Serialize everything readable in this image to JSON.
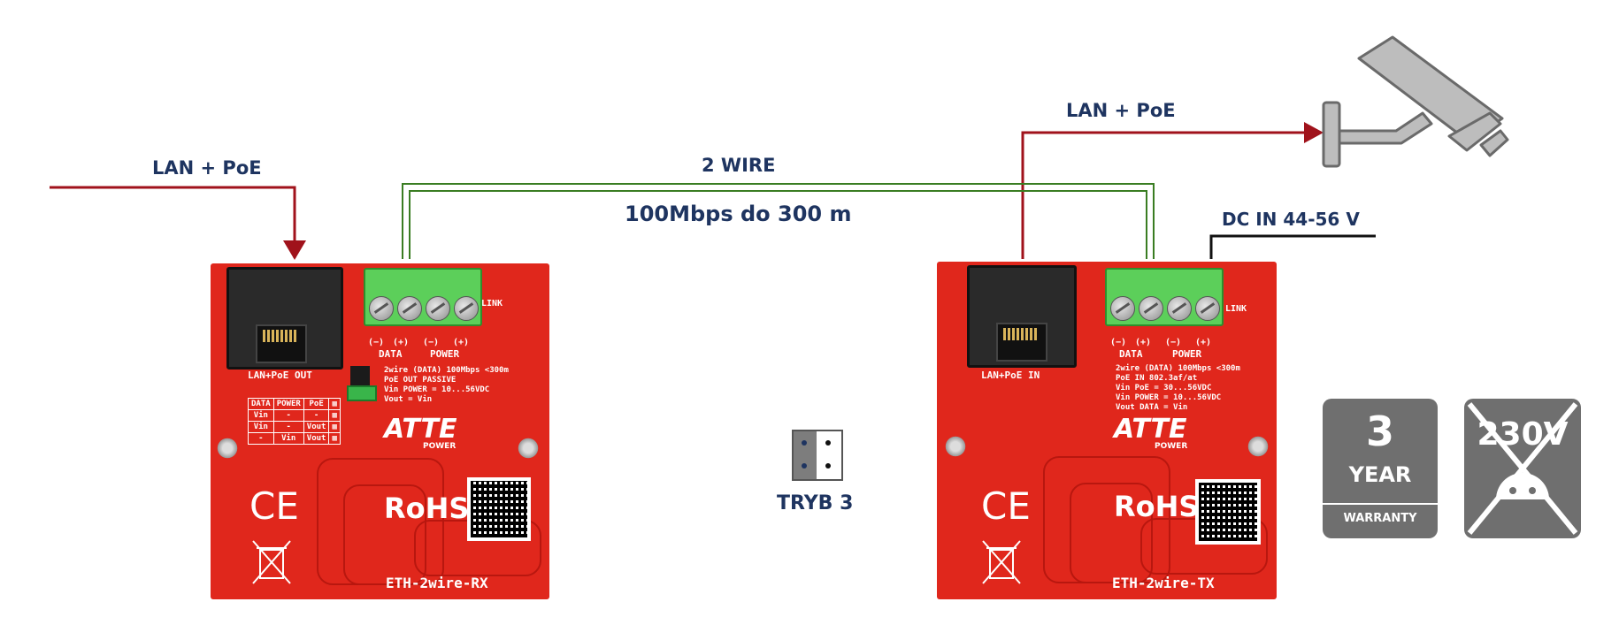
{
  "labels": {
    "lan_left": "LAN + PoE",
    "lan_right": "LAN + PoE",
    "two_wire": "2 WIRE",
    "speed": "100Mbps do 300 m",
    "dc_in": "DC IN 44-56 V",
    "mode": "TRYB 3"
  },
  "rx_board": {
    "port_label": "LAN+PoE OUT",
    "data_label": "DATA",
    "power_label": "POWER",
    "polarity": [
      "(−)",
      "(+)",
      "(−)",
      "(+)"
    ],
    "link": "LINK",
    "specs": [
      "2wire (DATA) 100Mbps <300m",
      "PoE OUT PASSIVE",
      "Vin POWER = 10...56VDC",
      "Vout = Vin"
    ],
    "table_header": [
      "DATA",
      "POWER",
      "PoE"
    ],
    "table_rows": [
      [
        "Vin",
        "-",
        "-"
      ],
      [
        "Vin",
        "-",
        "Vout"
      ],
      [
        "-",
        "Vin",
        "Vout"
      ]
    ],
    "brand": "ATTE",
    "brand_sub": "POWER",
    "ce": "CE",
    "rohs": "RoHS",
    "model": "ETH-2wire-RX"
  },
  "tx_board": {
    "port_label": "LAN+PoE IN",
    "data_label": "DATA",
    "power_label": "POWER",
    "polarity": [
      "(−)",
      "(+)",
      "(−)",
      "(+)"
    ],
    "link": "LINK",
    "specs": [
      "2wire (DATA) 100Mbps <300m",
      "PoE IN 802.3af/at",
      "Vin PoE = 30...56VDC",
      "Vin POWER = 10...56VDC",
      "Vout DATA = Vin"
    ],
    "brand": "ATTE",
    "brand_sub": "POWER",
    "ce": "CE",
    "rohs": "RoHS",
    "model": "ETH-2wire-TX"
  },
  "warranty_badge": {
    "number": "3",
    "unit": "YEAR",
    "caption": "WARRANTY"
  },
  "voltage_badge": {
    "text": "230V"
  },
  "colors": {
    "label": "#1e3460",
    "lan_line": "#a0121b",
    "wire_line": "#3a7d22",
    "board": "#e0271c",
    "terminal": "#5ccf5a",
    "badge": "#6f6f6f"
  },
  "icons": [
    "camera-icon",
    "jumper-icon",
    "ce-mark-icon",
    "recycle-bin-icon",
    "qr-code-icon"
  ]
}
